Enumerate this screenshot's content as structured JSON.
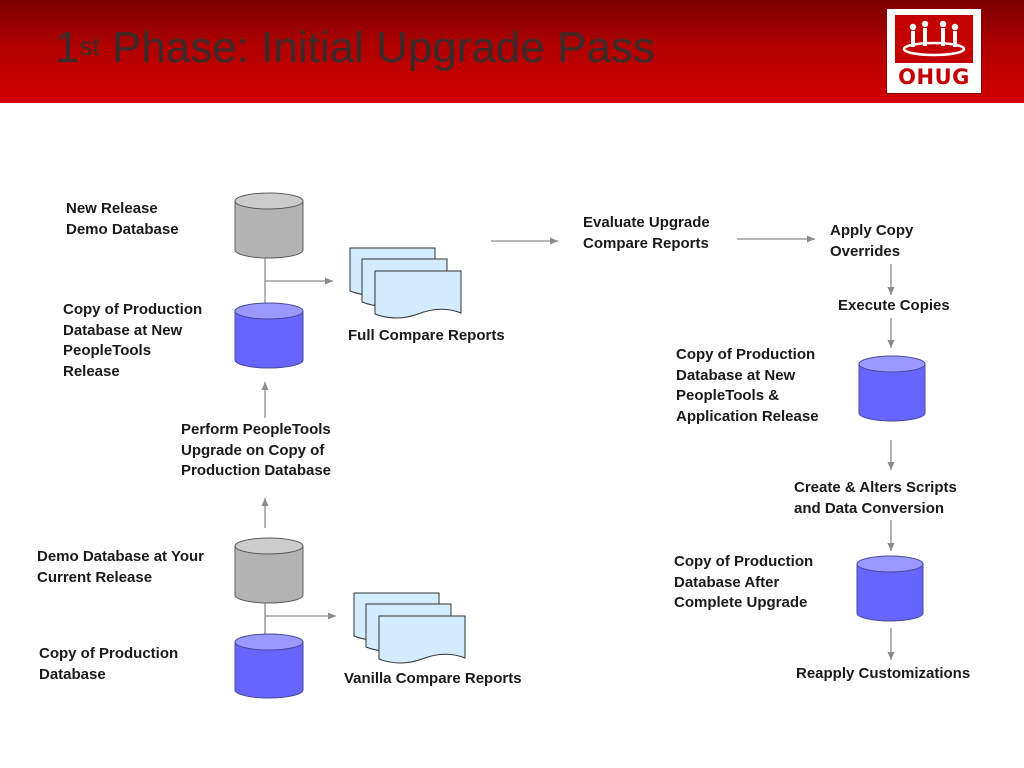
{
  "slide": {
    "title_num": "1",
    "title_sup": "st",
    "title_rest": " Phase:  Initial Upgrade Pass",
    "logo_text": "OHUG"
  },
  "labels": {
    "new_release_demo_db": [
      "New Release",
      "Demo Database"
    ],
    "copy_prod_new_tools": [
      "Copy of Production",
      "Database at New",
      "PeopleTools",
      "Release"
    ],
    "full_compare_reports": [
      "Full Compare Reports"
    ],
    "perform_tools_upgrade": [
      "Perform PeopleTools",
      "Upgrade on Copy of",
      "Production Database"
    ],
    "demo_db_current_release": [
      "Demo Database at Your",
      "Current Release"
    ],
    "copy_prod_db": [
      "Copy of Production",
      "Database"
    ],
    "vanilla_compare_reports": [
      "Vanilla Compare Reports"
    ],
    "evaluate_upgrade_reports": [
      "Evaluate Upgrade",
      "Compare Reports"
    ],
    "apply_copy_overrides": [
      "Apply Copy",
      "Overrides"
    ],
    "execute_copies": [
      "Execute Copies"
    ],
    "copy_prod_tools_app_release": [
      "Copy of Production",
      "Database at New",
      "PeopleTools &",
      "Application Release"
    ],
    "create_alter_scripts": [
      "Create & Alters Scripts",
      "and Data Conversion"
    ],
    "copy_prod_after_upgrade": [
      "Copy of Production",
      "Database After",
      "Complete Upgrade"
    ],
    "reapply_customizations": [
      "Reapply Customizations"
    ]
  },
  "colors": {
    "header_red": "#c00000",
    "demo_db_gray": "#b3b3b3",
    "prod_db_blue": "#6666ff",
    "report_fill": "#d4ecff",
    "arrow_gray": "#8c8c8c"
  }
}
